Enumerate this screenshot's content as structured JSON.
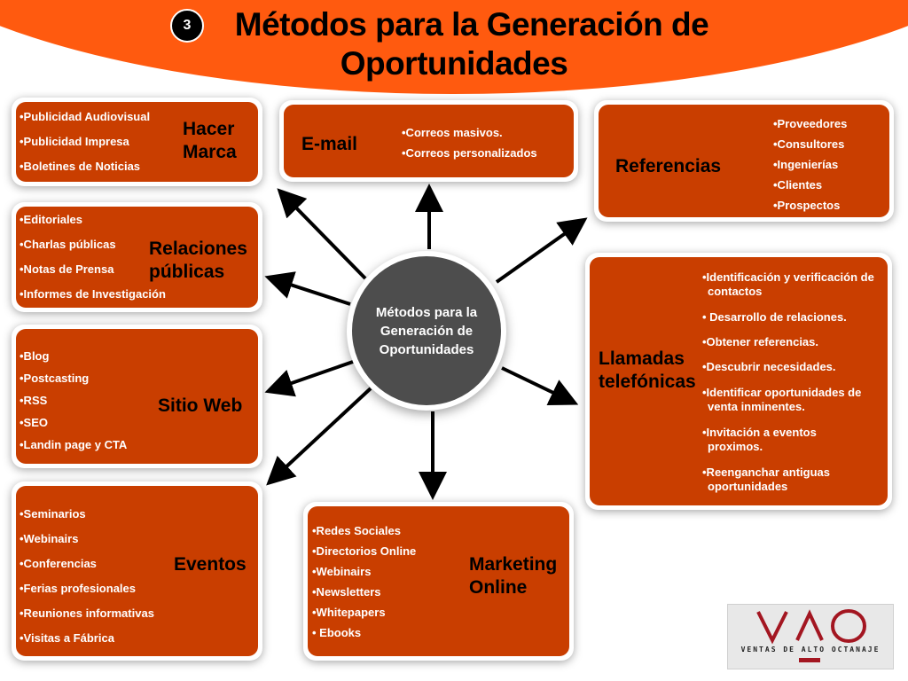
{
  "header": {
    "step_number": "3",
    "title_line1": "Métodos para la Generación de",
    "title_line2": "Oportunidades",
    "color": "#ff5a0f"
  },
  "hub": {
    "line1": "Métodos para la",
    "line2": "Generación de",
    "line3": "Oportunidades"
  },
  "nodes": {
    "hacer_marca": {
      "title_line1": "Hacer",
      "title_line2": "Marca",
      "items": [
        "•Publicidad Audiovisual",
        "•Publicidad Impresa",
        "•Boletines de Noticias"
      ]
    },
    "relaciones_publicas": {
      "title_line1": "Relaciones",
      "title_line2": "públicas",
      "items": [
        "•Editoriales",
        "•Charlas públicas",
        "•Notas de Prensa",
        "•Informes de Investigación"
      ]
    },
    "sitio_web": {
      "title": "Sitio Web",
      "items": [
        "•Blog",
        "•Postcasting",
        "•RSS",
        "•SEO",
        "•Landin page y CTA"
      ]
    },
    "eventos": {
      "title": "Eventos",
      "items": [
        "•Seminarios",
        "•Webinairs",
        "•Conferencias",
        "•Ferias profesionales",
        "•Reuniones informativas",
        "•Visitas a Fábrica"
      ]
    },
    "email": {
      "title": "E-mail",
      "items": [
        "•Correos masivos.",
        "•Correos personalizados"
      ]
    },
    "referencias": {
      "title": "Referencias",
      "items": [
        "•Proveedores",
        "•Consultores",
        "•Ingenierías",
        "•Clientes",
        "•Prospectos"
      ]
    },
    "llamadas": {
      "title_line1": "Llamadas",
      "title_line2": "telefónicas",
      "items": [
        {
          "l1": "•Identificación y verificación de",
          "l2": "contactos"
        },
        {
          "l1": "• Desarrollo de relaciones.",
          "l2": ""
        },
        {
          "l1": "•Obtener referencias.",
          "l2": ""
        },
        {
          "l1": "•Descubrir necesidades.",
          "l2": ""
        },
        {
          "l1": "•Identificar oportunidades de",
          "l2": "venta inminentes."
        },
        {
          "l1": "•Invitación a eventos",
          "l2": "proximos."
        },
        {
          "l1": "•Reenganchar antiguas",
          "l2": "oportunidades"
        }
      ]
    },
    "marketing_online": {
      "title_line1": "Marketing",
      "title_line2": "Online",
      "items": [
        "•Redes Sociales",
        "•Directorios Online",
        "•Webinairs",
        "•Newsletters",
        "•Whitepapers",
        "• Ebooks"
      ]
    }
  },
  "logo": {
    "letters": "VAO",
    "tagline": "VENTAS DE ALTO OCTANAJE",
    "color": "#a31621"
  },
  "colors": {
    "card_fill": "#c93e00",
    "hub_fill": "#4d4d4d"
  }
}
